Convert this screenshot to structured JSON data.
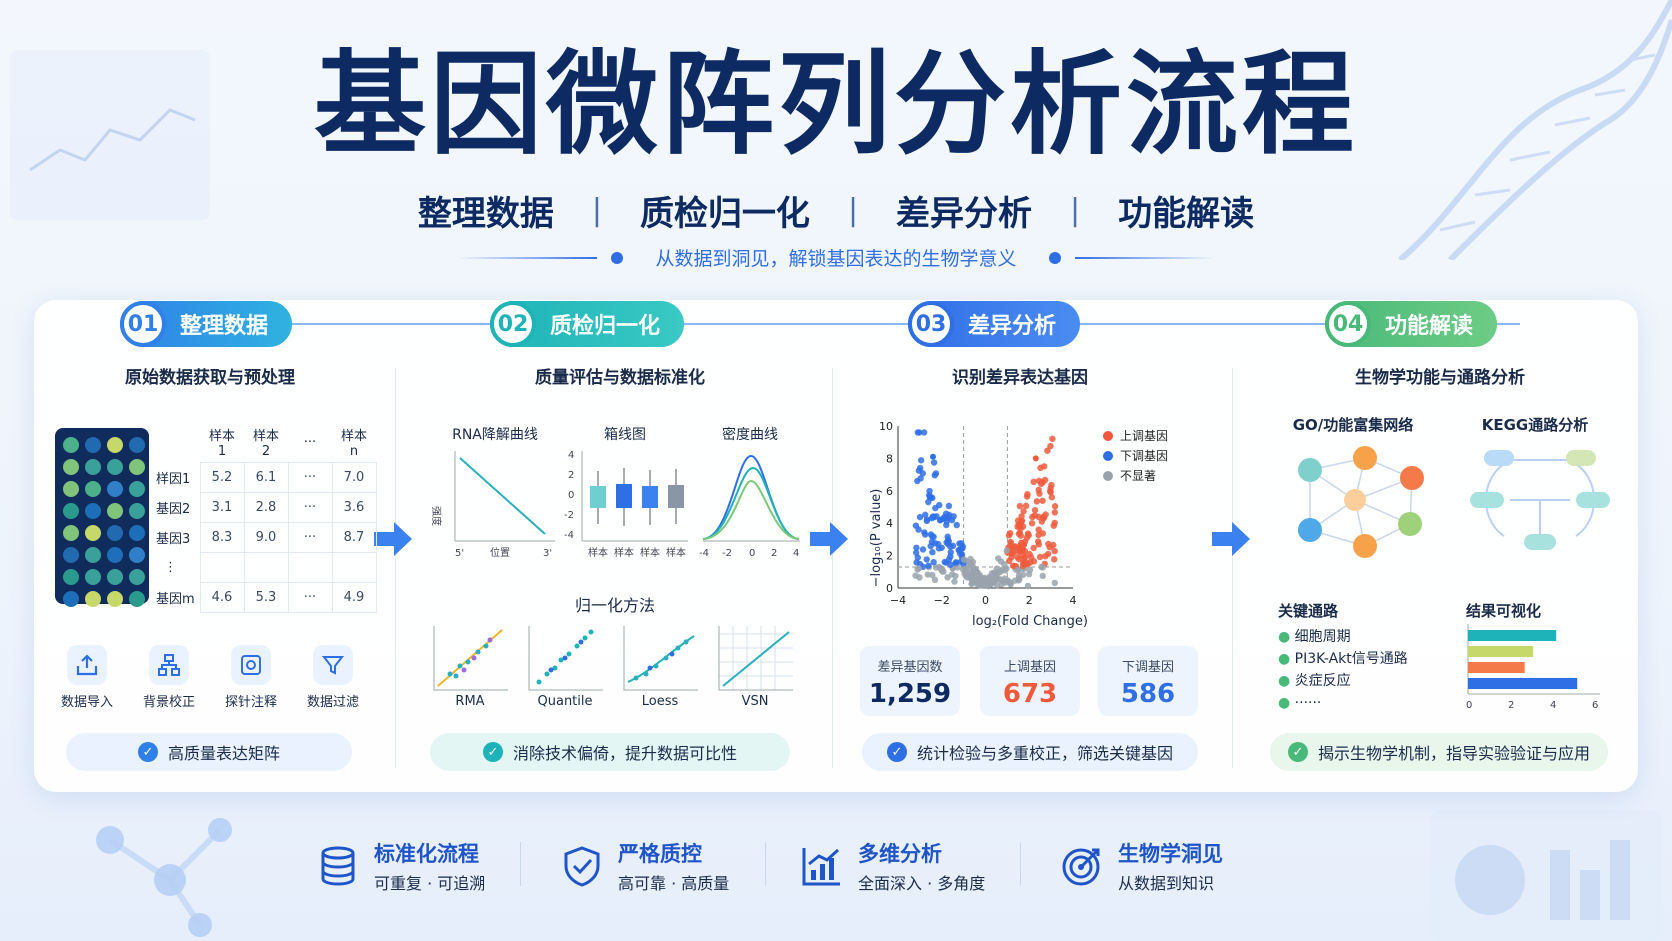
{
  "title": "基因微阵列分析流程",
  "subtitle": [
    "整理数据",
    "质检归一化",
    "差异分析",
    "功能解读"
  ],
  "subtitle_sep": "|",
  "tagline": "从数据到洞见，解锁基因表达的生物学意义",
  "colors": {
    "step1": "#2f80e8",
    "step2": "#1eb3b8",
    "step3": "#2f6fe6",
    "step4": "#49b97a",
    "up": "#ef5a3c",
    "down": "#2f6fe6",
    "ns": "#9aa3ad"
  },
  "steps": [
    {
      "num": "01",
      "label": "整理数据",
      "sub": "原始数据获取与预处理",
      "pill": "高质量表达矩阵"
    },
    {
      "num": "02",
      "label": "质检归一化",
      "sub": "质量评估与数据标准化",
      "pill": "消除技术偏倚，提升数据可比性"
    },
    {
      "num": "03",
      "label": "差异分析",
      "sub": "识别差异表达基因",
      "pill": "统计检验与多重校正，筛选关键基因"
    },
    {
      "num": "04",
      "label": "功能解读",
      "sub": "生物学功能与通路分析",
      "pill": "揭示生物学机制，指导实验验证与应用"
    }
  ],
  "table": {
    "headers": [
      "样本1",
      "样本2",
      "···",
      "样本n"
    ],
    "rows": [
      {
        "label": "样因1",
        "cells": [
          "5.2",
          "6.1",
          "···",
          "7.0"
        ]
      },
      {
        "label": "基因2",
        "cells": [
          "3.1",
          "2.8",
          "···",
          "3.6"
        ]
      },
      {
        "label": "基因3",
        "cells": [
          "8.3",
          "9.0",
          "···",
          "8.7"
        ]
      },
      {
        "label": "⋮",
        "cells": [
          "",
          "",
          "",
          ""
        ]
      },
      {
        "label": "基因m",
        "cells": [
          "4.6",
          "5.3",
          "···",
          "4.9"
        ]
      }
    ]
  },
  "tools": [
    "数据导入",
    "背景校正",
    "探针注释",
    "数据过滤"
  ],
  "qc": {
    "rna_title": "RNA降解曲线",
    "rna_ylabel": "强度",
    "rna_xlabel": "位置",
    "rna_x0": "5'",
    "rna_x1": "3'",
    "box_title": "箱线图",
    "box_y": [
      "4",
      "2",
      "0",
      "-2",
      "-4"
    ],
    "box_x": [
      "样本",
      "样本",
      "样本",
      "样本"
    ],
    "density_title": "密度曲线",
    "density_x": [
      "-4",
      "-2",
      "0",
      "2",
      "4"
    ],
    "norm_title": "归一化方法",
    "methods": [
      "RMA",
      "Quantile",
      "Loess",
      "VSN"
    ]
  },
  "chart_data": {
    "type": "scatter",
    "title": "",
    "xlabel": "log₂(Fold Change)",
    "ylabel": "−log₁₀(P value)",
    "xlim": [
      -4,
      4
    ],
    "ylim": [
      0,
      10
    ],
    "xticks": [
      "−4",
      "−2",
      "0",
      "2",
      "4"
    ],
    "yticks": [
      "0",
      "2",
      "4",
      "6",
      "8",
      "10"
    ],
    "thresholds": {
      "fc": [
        -1,
        1
      ],
      "p": 1.3
    },
    "legend": [
      "上调基因",
      "下调基因",
      "不显著"
    ],
    "legend_position": "top-right"
  },
  "stats": [
    {
      "label": "差异基因数",
      "value": "1,259"
    },
    {
      "label": "上调基因",
      "value": "673"
    },
    {
      "label": "下调基因",
      "value": "586"
    }
  ],
  "func": {
    "go_title": "GO/功能富集网络",
    "kegg_title": "KEGG通路分析",
    "path_title": "关键通路",
    "paths": [
      "细胞周期",
      "PI3K-Akt信号通路",
      "炎症反应",
      "······"
    ],
    "viz_title": "结果可视化",
    "bars": [
      4.2,
      3.1,
      2.7,
      5.2
    ],
    "bar_x": [
      "0",
      "2",
      "4",
      "6"
    ]
  },
  "features": [
    {
      "title": "标准化流程",
      "sub": "可重复 · 可追溯"
    },
    {
      "title": "严格质控",
      "sub": "高可靠 · 高质量"
    },
    {
      "title": "多维分析",
      "sub": "全面深入 · 多角度"
    },
    {
      "title": "生物学洞见",
      "sub": "从数据到知识"
    }
  ]
}
